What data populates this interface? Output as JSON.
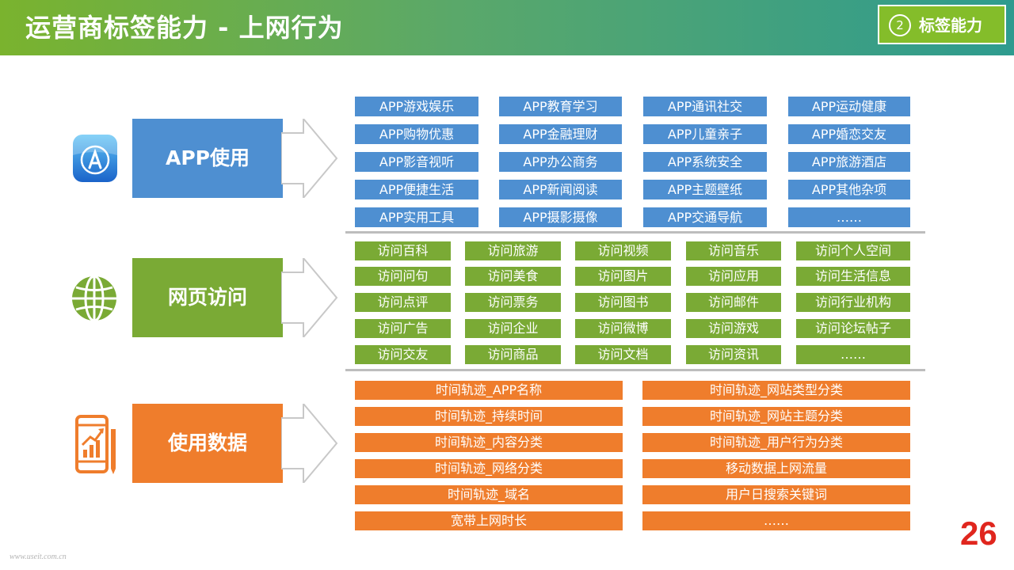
{
  "header": {
    "title": "运营商标签能力 - 上网行为",
    "badge_number": "2",
    "badge_label": "标签能力"
  },
  "categories": [
    {
      "label": "APP使用",
      "icon": "app-store-icon",
      "color": "#4e8fd1",
      "tags": [
        "APP游戏娱乐",
        "APP教育学习",
        "APP通讯社交",
        "APP运动健康",
        "APP购物优惠",
        "APP金融理财",
        "APP儿童亲子",
        "APP婚恋交友",
        "APP影音视听",
        "APP办公商务",
        "APP系统安全",
        "APP旅游酒店",
        "APP便捷生活",
        "APP新闻阅读",
        "APP主题壁纸",
        "APP其他杂项",
        "APP实用工具",
        "APP摄影摄像",
        "APP交通导航",
        "……"
      ]
    },
    {
      "label": "网页访问",
      "icon": "globe-icon",
      "color": "#7aaa35",
      "tags": [
        "访问百科",
        "访问旅游",
        "访问视频",
        "访问音乐",
        "访问个人空间",
        "访问问句",
        "访问美食",
        "访问图片",
        "访问应用",
        "访问生活信息",
        "访问点评",
        "访问票务",
        "访问图书",
        "访问邮件",
        "访问行业机构",
        "访问广告",
        "访问企业",
        "访问微博",
        "访问游戏",
        "访问论坛帖子",
        "访问交友",
        "访问商品",
        "访问文档",
        "访问资讯",
        "……"
      ]
    },
    {
      "label": "使用数据",
      "icon": "mobile-chart-icon",
      "color": "#ef7d2c",
      "tags": [
        "时间轨迹_APP名称",
        "时间轨迹_网站类型分类",
        "时间轨迹_持续时间",
        "时间轨迹_网站主题分类",
        "时间轨迹_内容分类",
        "时间轨迹_用户行为分类",
        "时间轨迹_网络分类",
        "移动数据上网流量",
        "时间轨迹_域名",
        "用户日搜索关键词",
        "宽带上网时长",
        "……"
      ]
    }
  ],
  "page_number": "26",
  "footer_text": "www.useit.com.cn"
}
